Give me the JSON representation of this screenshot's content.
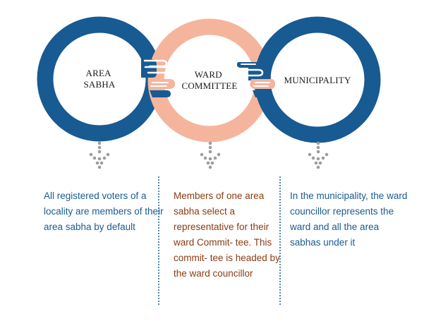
{
  "colors": {
    "blue_ring": "#185a92",
    "peach_ring": "#f5b59c",
    "blue_text": "#1b5a91",
    "brown_text": "#8a3b12",
    "dot_gray": "#9e9e9e",
    "separator": "#4f86b8"
  },
  "nodes": [
    {
      "id": "area-sabha",
      "lines": [
        "AREA",
        "SABHA"
      ]
    },
    {
      "id": "ward-committee",
      "lines": [
        "WARD",
        "COMMITTEE"
      ]
    },
    {
      "id": "municipality",
      "lines": [
        "MUNICIPALITY"
      ]
    }
  ],
  "icons": [
    "handshake-icon",
    "dotted-arrow-down-icon"
  ],
  "descriptions": {
    "left": "All registered voters of a locality are members of their area sabha by default",
    "middle": "Members of one area sabha select a representative for their ward Commit- tee. This commit- tee is headed by the ward councillor",
    "right": "In the municipality, the ward councillor represents the ward and all the area sabhas under it"
  }
}
